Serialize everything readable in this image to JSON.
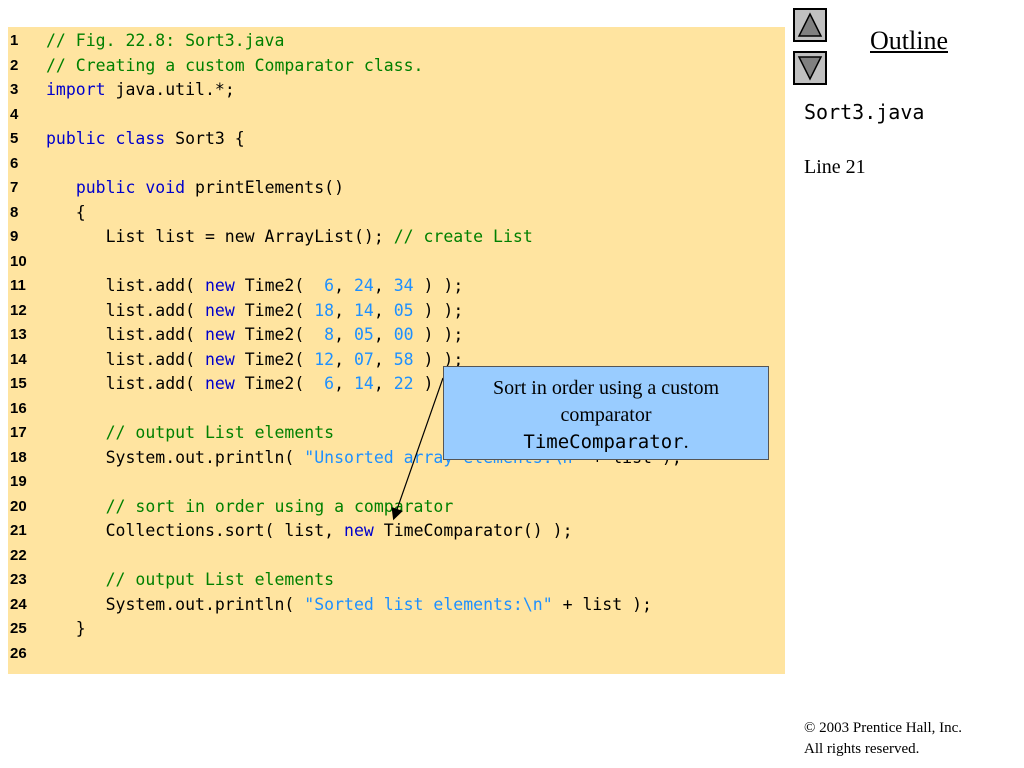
{
  "outline": {
    "title": "Outline",
    "file_name": "Sort3.java",
    "line_ref": "Line 21",
    "nav_up_icon": "triangle-up-icon",
    "nav_down_icon": "triangle-down-icon"
  },
  "callout": {
    "text_line1": "Sort in order using a custom",
    "text_line2": "comparator",
    "code_text": "TimeComparator",
    "suffix": "."
  },
  "footer": {
    "copyright": "© 2003 Prentice Hall, Inc.",
    "rights": "All rights reserved."
  },
  "colors": {
    "panel": "#ffe4a0",
    "comment": "#008000",
    "keyword": "#0000cc",
    "literal": "#1e90ff",
    "callout": "#99ccff"
  },
  "code": [
    {
      "n": "1",
      "tokens": [
        [
          "c",
          "// Fig. 22.8: Sort3.java"
        ]
      ]
    },
    {
      "n": "2",
      "tokens": [
        [
          "c",
          "// Creating a custom Comparator class."
        ]
      ]
    },
    {
      "n": "3",
      "tokens": [
        [
          "k",
          "import"
        ],
        [
          "p",
          " java.util.*;"
        ]
      ]
    },
    {
      "n": "4",
      "tokens": []
    },
    {
      "n": "5",
      "tokens": [
        [
          "k",
          "public class"
        ],
        [
          "p",
          " Sort3 {"
        ]
      ]
    },
    {
      "n": "6",
      "tokens": []
    },
    {
      "n": "7",
      "tokens": [
        [
          "p",
          "   "
        ],
        [
          "k",
          "public void"
        ],
        [
          "p",
          " printElements()"
        ]
      ]
    },
    {
      "n": "8",
      "tokens": [
        [
          "p",
          "   {"
        ]
      ]
    },
    {
      "n": "9",
      "tokens": [
        [
          "p",
          "      List list = new ArrayList(); "
        ],
        [
          "c",
          "// create List"
        ]
      ]
    },
    {
      "n": "10",
      "tokens": []
    },
    {
      "n": "11",
      "tokens": [
        [
          "p",
          "      list.add( "
        ],
        [
          "k",
          "new"
        ],
        [
          "p",
          " Time2(  "
        ],
        [
          "n",
          "6"
        ],
        [
          "p",
          ", "
        ],
        [
          "n",
          "24"
        ],
        [
          "p",
          ", "
        ],
        [
          "n",
          "34"
        ],
        [
          "p",
          " ) );"
        ]
      ]
    },
    {
      "n": "12",
      "tokens": [
        [
          "p",
          "      list.add( "
        ],
        [
          "k",
          "new"
        ],
        [
          "p",
          " Time2( "
        ],
        [
          "n",
          "18"
        ],
        [
          "p",
          ", "
        ],
        [
          "n",
          "14"
        ],
        [
          "p",
          ", "
        ],
        [
          "n",
          "05"
        ],
        [
          "p",
          " ) );"
        ]
      ]
    },
    {
      "n": "13",
      "tokens": [
        [
          "p",
          "      list.add( "
        ],
        [
          "k",
          "new"
        ],
        [
          "p",
          " Time2(  "
        ],
        [
          "n",
          "8"
        ],
        [
          "p",
          ", "
        ],
        [
          "n",
          "05"
        ],
        [
          "p",
          ", "
        ],
        [
          "n",
          "00"
        ],
        [
          "p",
          " ) );"
        ]
      ]
    },
    {
      "n": "14",
      "tokens": [
        [
          "p",
          "      list.add( "
        ],
        [
          "k",
          "new"
        ],
        [
          "p",
          " Time2( "
        ],
        [
          "n",
          "12"
        ],
        [
          "p",
          ", "
        ],
        [
          "n",
          "07"
        ],
        [
          "p",
          ", "
        ],
        [
          "n",
          "58"
        ],
        [
          "p",
          " ) );"
        ]
      ]
    },
    {
      "n": "15",
      "tokens": [
        [
          "p",
          "      list.add( "
        ],
        [
          "k",
          "new"
        ],
        [
          "p",
          " Time2(  "
        ],
        [
          "n",
          "6"
        ],
        [
          "p",
          ", "
        ],
        [
          "n",
          "14"
        ],
        [
          "p",
          ", "
        ],
        [
          "n",
          "22"
        ],
        [
          "p",
          " ) );"
        ]
      ]
    },
    {
      "n": "16",
      "tokens": []
    },
    {
      "n": "17",
      "tokens": [
        [
          "p",
          "      "
        ],
        [
          "c",
          "// output List elements"
        ]
      ]
    },
    {
      "n": "18",
      "tokens": [
        [
          "p",
          "      System.out.println( "
        ],
        [
          "s",
          "\"Unsorted array elements:\\n\""
        ],
        [
          "p",
          " + list );"
        ]
      ]
    },
    {
      "n": "19",
      "tokens": []
    },
    {
      "n": "20",
      "tokens": [
        [
          "p",
          "      "
        ],
        [
          "c",
          "// sort in order using a comparator"
        ]
      ]
    },
    {
      "n": "21",
      "tokens": [
        [
          "p",
          "      Collections.sort( list, "
        ],
        [
          "k",
          "new"
        ],
        [
          "p",
          " TimeComparator() );"
        ]
      ]
    },
    {
      "n": "22",
      "tokens": []
    },
    {
      "n": "23",
      "tokens": [
        [
          "p",
          "      "
        ],
        [
          "c",
          "// output List elements"
        ]
      ]
    },
    {
      "n": "24",
      "tokens": [
        [
          "p",
          "      System.out.println( "
        ],
        [
          "s",
          "\"Sorted list elements:\\n\""
        ],
        [
          "p",
          " + list );"
        ]
      ]
    },
    {
      "n": "25",
      "tokens": [
        [
          "p",
          "   }"
        ]
      ]
    },
    {
      "n": "26",
      "tokens": []
    }
  ]
}
